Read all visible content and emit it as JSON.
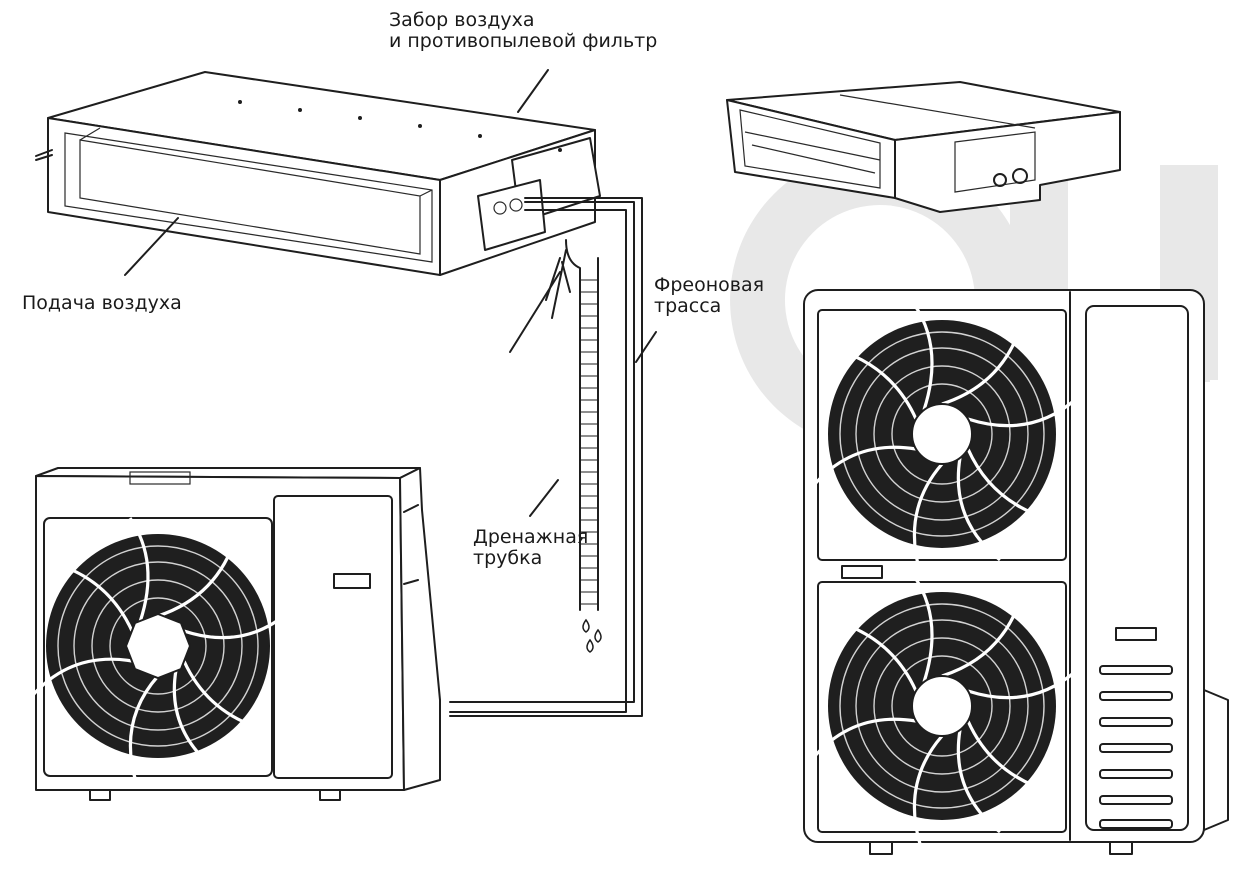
{
  "labels": {
    "air_intake": [
      "Забор воздуха",
      "и противопылевой фильтр"
    ],
    "air_supply": "Подача воздуха",
    "freon": [
      "Фреоновая",
      "трасса"
    ],
    "drain": [
      "Дренажная",
      "трубка"
    ]
  },
  "watermark": {
    "text": "OLU",
    "color": "#e6e6e6"
  },
  "colors": {
    "line": "#1e1e1e",
    "fan_dark": "#1f1f1f",
    "background": "#ffffff"
  }
}
